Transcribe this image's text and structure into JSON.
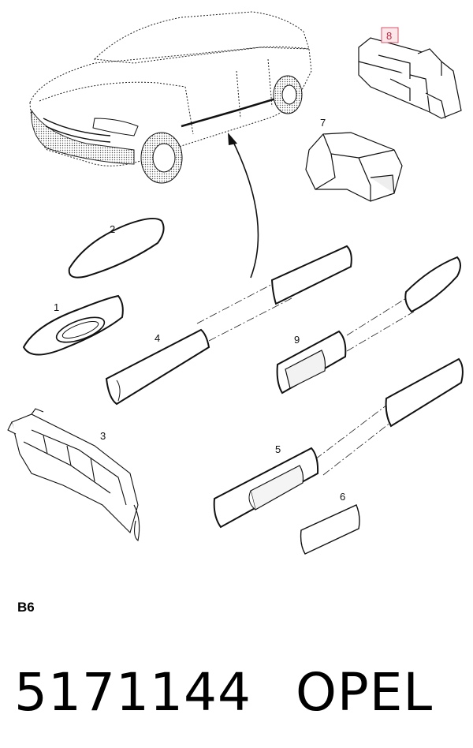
{
  "callouts": {
    "c1": "1",
    "c2": "2",
    "c3": "3",
    "c4": "4",
    "c5": "5",
    "c6": "6",
    "c7": "7",
    "c8": "8",
    "c9": "9"
  },
  "highlighted_callout": "8",
  "highlight_color": "#d9546a",
  "section_code": "B6",
  "part_number": "5171144",
  "brand": "OPEL"
}
